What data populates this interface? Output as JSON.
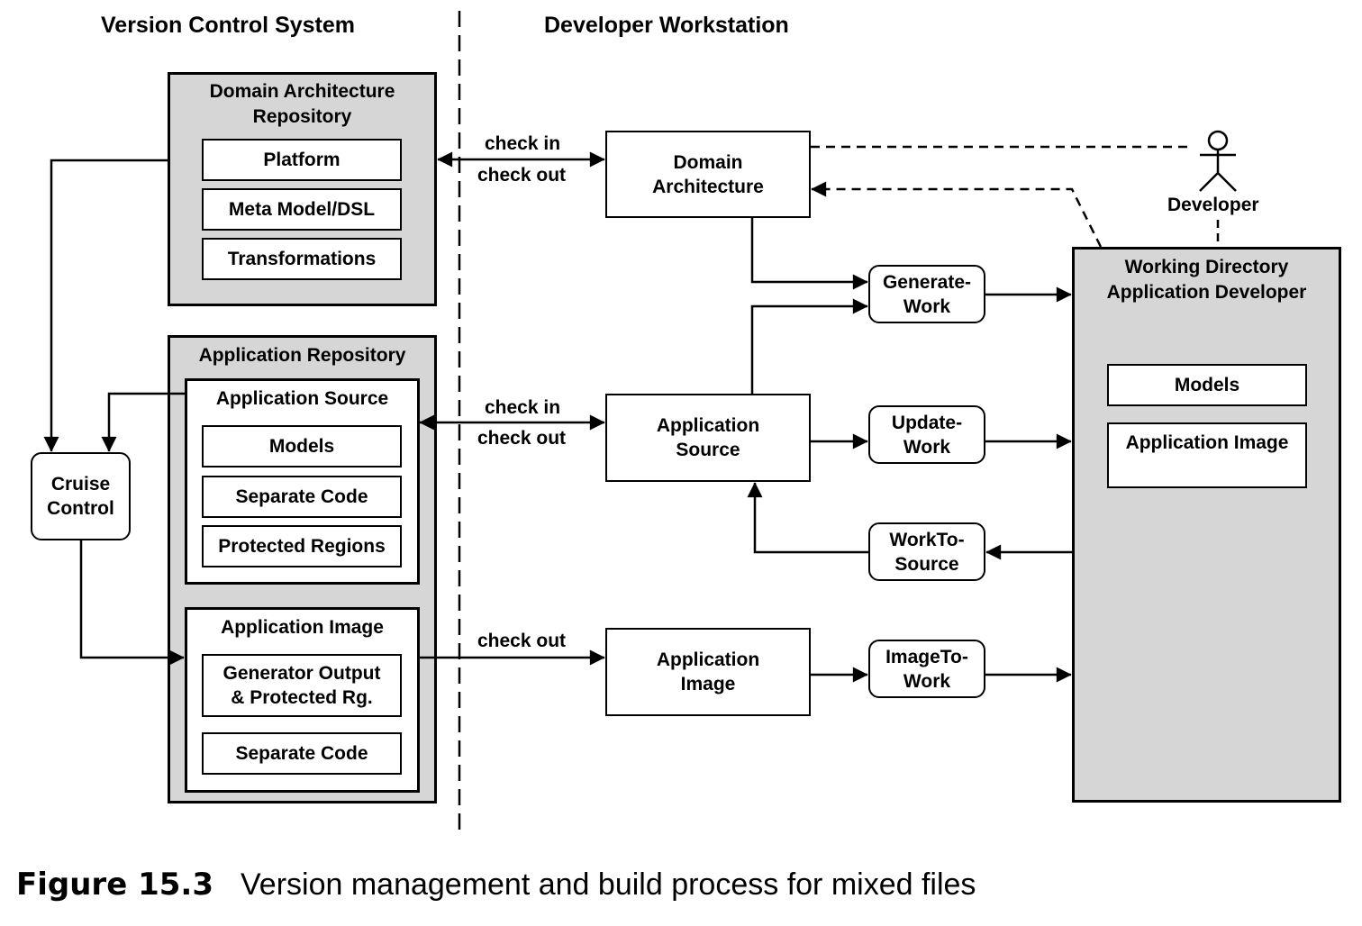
{
  "sections": {
    "left": "Version Control System",
    "right": "Developer Workstation"
  },
  "repositories": {
    "domain": {
      "title": "Domain Architecture\nRepository",
      "items": [
        "Platform",
        "Meta Model/DSL",
        "Transformations"
      ]
    },
    "application": {
      "title": "Application Repository",
      "source": {
        "title": "Application Source",
        "items": [
          "Models",
          "Separate Code",
          "Protected Regions"
        ]
      },
      "image": {
        "title": "Application Image",
        "items": [
          "Generator Output\n& Protected Rg.",
          "Separate Code"
        ]
      }
    }
  },
  "cruise_control": "Cruise\nControl",
  "workstation": {
    "domain_architecture": "Domain\nArchitecture",
    "application_source": "Application\nSource",
    "application_image": "Application\nImage"
  },
  "operations": {
    "generate_work": "Generate-\nWork",
    "update_work": "Update-\nWork",
    "work_to_source": "WorkTo-\nSource",
    "image_to_work": "ImageTo-\nWork"
  },
  "working_directory": {
    "title": "Working Directory\nApplication Developer",
    "items": [
      "Models",
      "Application Image"
    ]
  },
  "actor": "Developer",
  "edge_labels": {
    "domain_check_in": "check in",
    "domain_check_out": "check out",
    "source_check_in": "check in",
    "source_check_out": "check out",
    "image_check_out": "check out"
  },
  "caption": {
    "number": "Figure 15.3",
    "text": "Version management and build process for mixed files"
  },
  "colors": {
    "container_fill": "#d6d6d6",
    "stroke": "#000000"
  }
}
